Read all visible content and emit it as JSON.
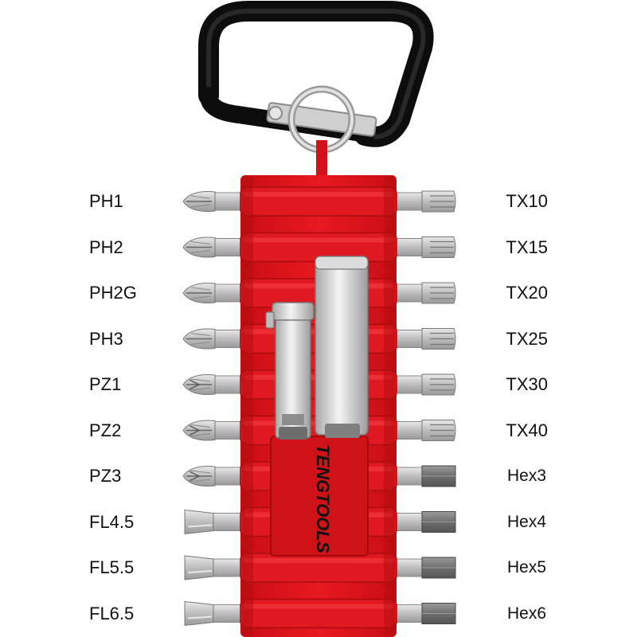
{
  "brand": {
    "logo_text": "TENGTOOLS"
  },
  "colors": {
    "holder_red": "#e4141b",
    "carabiner": "#1c1c1c",
    "steel": "#c4c4c4",
    "hex_dark": "#7a7a7a"
  },
  "bits_left": [
    {
      "label": "PH1",
      "type": "ph"
    },
    {
      "label": "PH2",
      "type": "ph"
    },
    {
      "label": "PH2G",
      "type": "ph"
    },
    {
      "label": "PH3",
      "type": "ph"
    },
    {
      "label": "PZ1",
      "type": "pz"
    },
    {
      "label": "PZ2",
      "type": "pz"
    },
    {
      "label": "PZ3",
      "type": "pz"
    },
    {
      "label": "FL4.5",
      "type": "fl"
    },
    {
      "label": "FL5.5",
      "type": "fl"
    },
    {
      "label": "FL6.5",
      "type": "fl"
    }
  ],
  "bits_right": [
    {
      "label": "TX10",
      "type": "tx"
    },
    {
      "label": "TX15",
      "type": "tx"
    },
    {
      "label": "TX20",
      "type": "tx"
    },
    {
      "label": "TX25",
      "type": "tx"
    },
    {
      "label": "TX30",
      "type": "tx"
    },
    {
      "label": "TX40",
      "type": "tx"
    },
    {
      "label": "Hex3",
      "type": "hex"
    },
    {
      "label": "Hex4",
      "type": "hex"
    },
    {
      "label": "Hex5",
      "type": "hex"
    },
    {
      "label": "Hex6",
      "type": "hex"
    }
  ]
}
